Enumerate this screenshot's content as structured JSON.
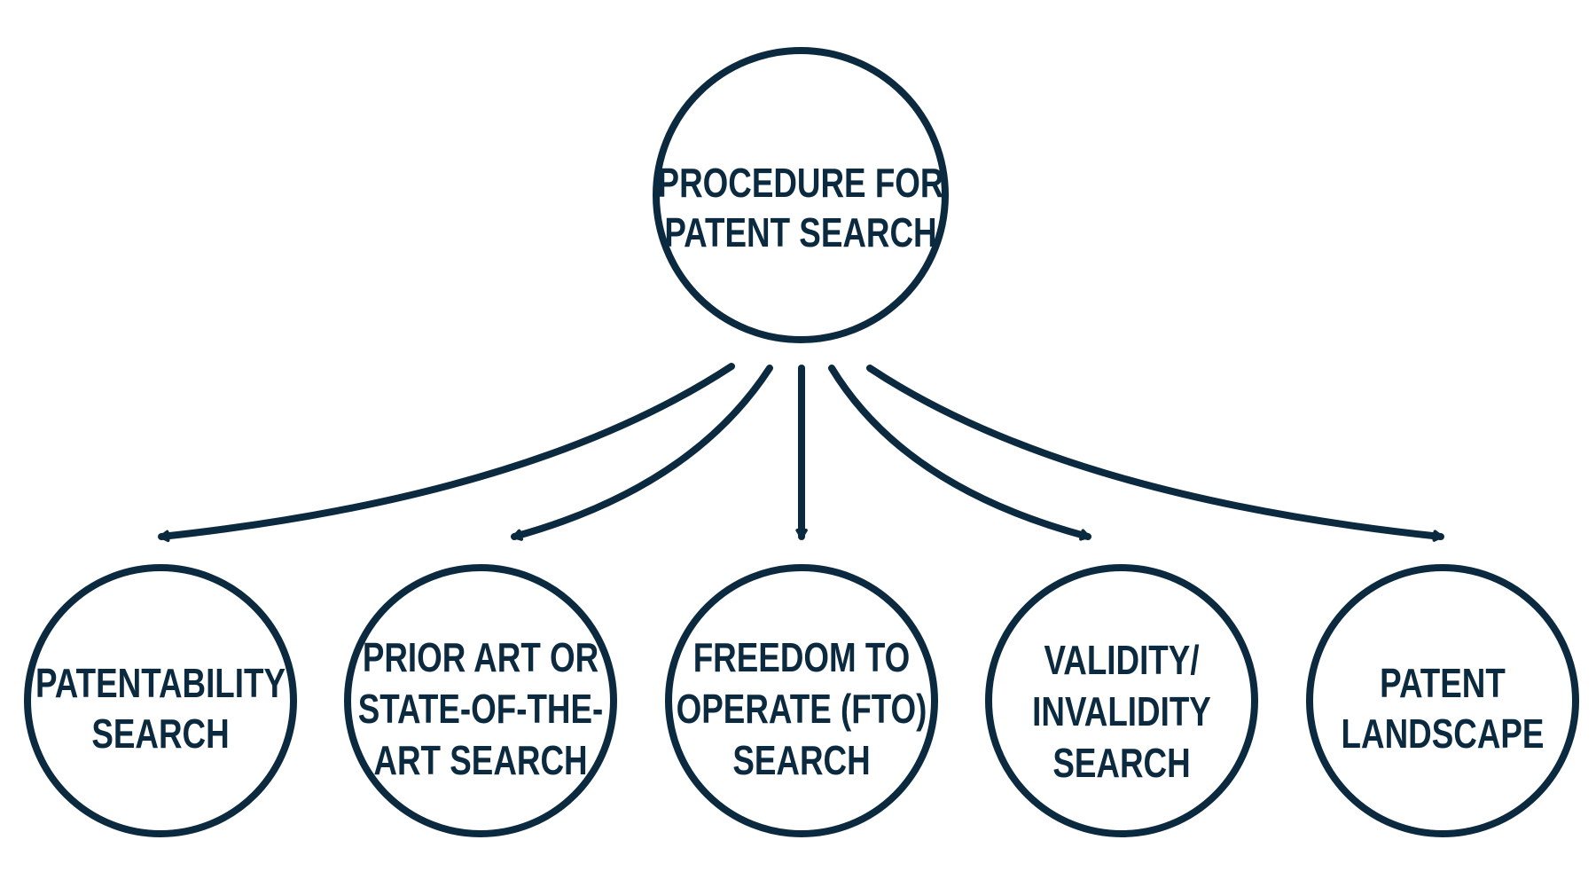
{
  "colors": {
    "ink": "#0b2a3f",
    "background": "#ffffff"
  },
  "root": {
    "lines": [
      "PROCEDURE FOR",
      "PATENT SEARCH"
    ]
  },
  "children": [
    {
      "lines": [
        "PATENTABILITY",
        "SEARCH"
      ]
    },
    {
      "lines": [
        "PRIOR ART OR",
        "STATE-OF-THE-",
        "ART SEARCH"
      ]
    },
    {
      "lines": [
        "FREEDOM TO",
        "OPERATE (FTO)",
        "SEARCH"
      ]
    },
    {
      "lines": [
        "VALIDITY/",
        "INVALIDITY",
        "SEARCH"
      ]
    },
    {
      "lines": [
        "PATENT",
        "LANDSCAPE"
      ]
    }
  ]
}
